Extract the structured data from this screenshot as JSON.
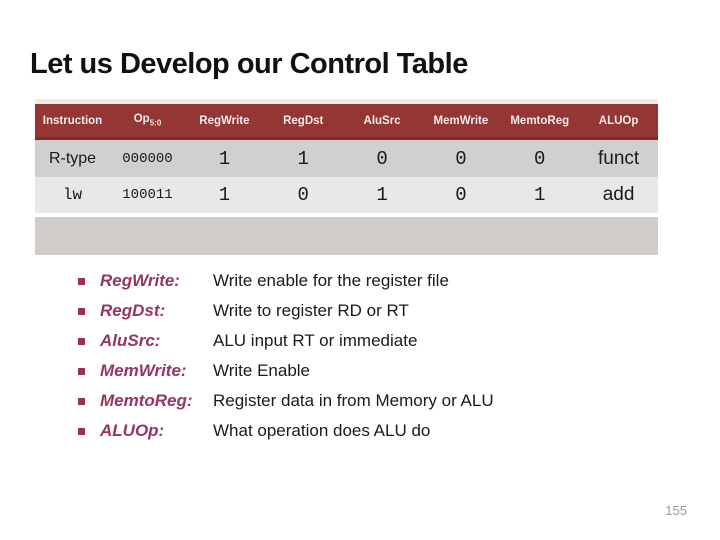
{
  "slide": {
    "title": "Let us Develop our Control Table",
    "page_number": "155"
  },
  "control_table": {
    "headers": {
      "instruction": "Instruction",
      "op_base": "Op",
      "op_subscript": "5:0",
      "cols": [
        "RegWrite",
        "RegDst",
        "AluSrc",
        "MemWrite",
        "MemtoReg",
        "ALUOp"
      ]
    },
    "rows": [
      {
        "instruction": "R-type",
        "opcode": "000000",
        "values": [
          "1",
          "1",
          "0",
          "0",
          "0",
          "funct"
        ]
      },
      {
        "instruction": "lw",
        "opcode": "100011",
        "values": [
          "1",
          "0",
          "1",
          "0",
          "1",
          "add"
        ]
      }
    ]
  },
  "legend": {
    "items": [
      {
        "term": "RegWrite:",
        "definition": "Write enable for the register file"
      },
      {
        "term": "RegDst:",
        "definition": "Write to register RD or RT"
      },
      {
        "term": "AluSrc:",
        "definition": "ALU input RT or immediate"
      },
      {
        "term": "MemWrite:",
        "definition": "Write Enable"
      },
      {
        "term": "MemtoReg:",
        "definition": "Register data in from Memory or ALU"
      },
      {
        "term": "ALUOp:",
        "definition": "What operation does ALU do"
      }
    ]
  },
  "colors": {
    "header_bg": "#933634",
    "header_border": "#7b2d2b",
    "header_text": "#f2eaea",
    "row_odd": "#d1cfcf",
    "row_even": "#e9e8e8",
    "row_empty": "#cfccc9",
    "bullet_square": "#9c2d56",
    "term_text": "#993366",
    "body_text": "#1a1a1a",
    "page_number": "#9a9a9a"
  }
}
